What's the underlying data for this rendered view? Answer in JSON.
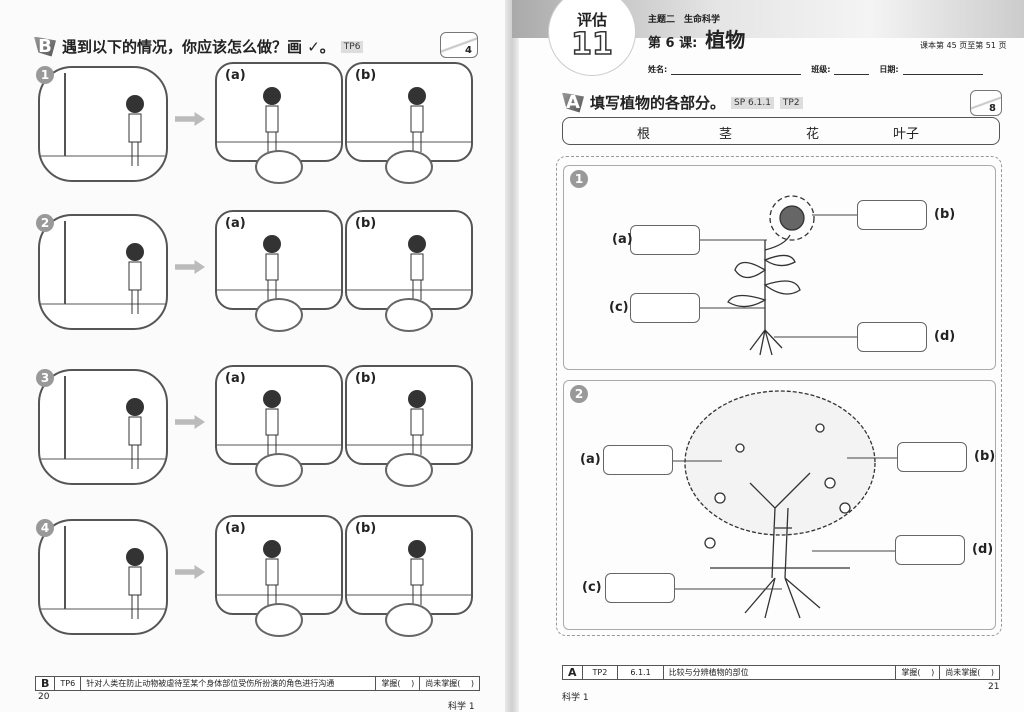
{
  "left_page": {
    "section_letter": "B",
    "instruction": "遇到以下的情况，你应该怎么做？画 ✓。",
    "tag": "TP6",
    "score": "4",
    "questions": [
      {
        "number": "1",
        "options": [
          "(a)",
          "(b)"
        ]
      },
      {
        "number": "2",
        "options": [
          "(a)",
          "(b)"
        ]
      },
      {
        "number": "3",
        "options": [
          "(a)",
          "(b)"
        ]
      },
      {
        "number": "4",
        "options": [
          "(a)",
          "(b)"
        ]
      }
    ],
    "footer": {
      "section": "B",
      "tp": "TP6",
      "description": "针对人类在防止动物被虐待至某个身体部位受伤所扮演的角色进行沟通",
      "mastered": "掌握(　 )",
      "not_mastered": "尚未掌握(　 )"
    },
    "page_number": "20",
    "book_title": "科学 1"
  },
  "right_page": {
    "badge_label": "评估",
    "badge_number": "11",
    "theme": "主题二　生命科学",
    "lesson": "第 6 课:",
    "lesson_title": "植物",
    "textbook_ref": "课本第 45 页至第 51 页",
    "name_label": "姓名:",
    "class_label": "班级:",
    "date_label": "日期:",
    "section_letter": "A",
    "instruction": "填写植物的各部分。",
    "tags": [
      "SP 6.1.1",
      "TP2"
    ],
    "score": "8",
    "word_bank": [
      "根",
      "茎",
      "花",
      "叶子"
    ],
    "questions": [
      {
        "number": "1",
        "labels": [
          "(a)",
          "(b)",
          "(c)",
          "(d)"
        ]
      },
      {
        "number": "2",
        "labels": [
          "(a)",
          "(b)",
          "(c)",
          "(d)"
        ]
      }
    ],
    "footer": {
      "section": "A",
      "tp": "TP2",
      "code": "6.1.1",
      "description": "比较与分辨植物的部位",
      "mastered": "掌握(　 )",
      "not_mastered": "尚未掌握(　 )"
    },
    "page_number": "21",
    "book_title": "科学 1"
  }
}
